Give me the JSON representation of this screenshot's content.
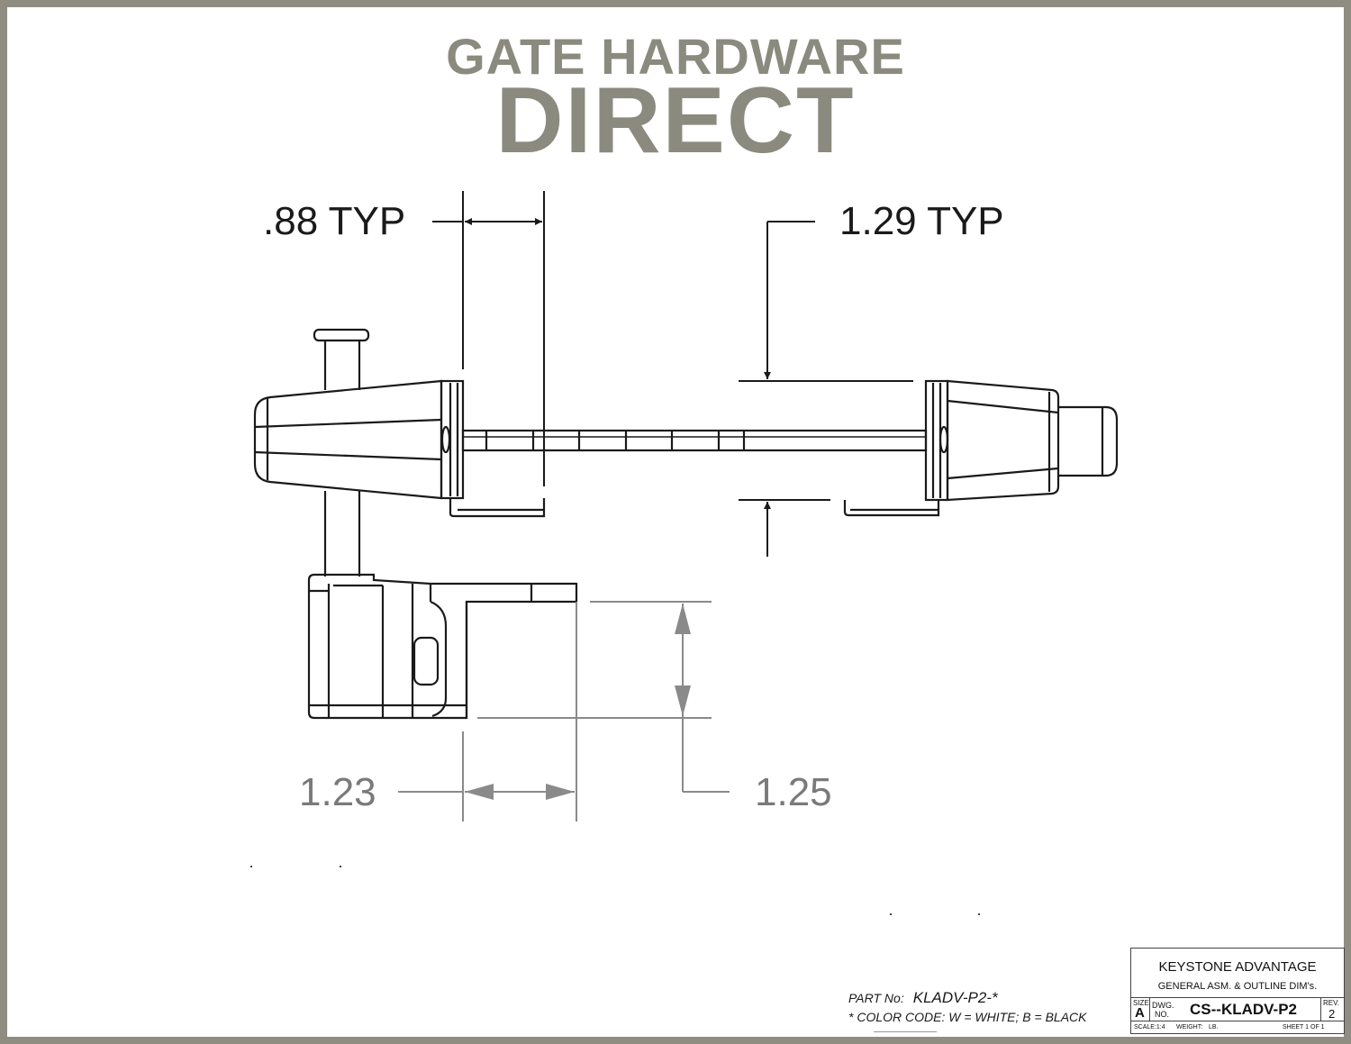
{
  "brand": {
    "line1": "GATE HARDWARE",
    "line2": "DIRECT"
  },
  "dimensions": {
    "d_88": ".88 TYP",
    "d_129": "1.29 TYP",
    "d_123": "1.23",
    "d_125": "1.25"
  },
  "part": {
    "label": "PART No:",
    "number": "KLADV-P2-*",
    "color_code": "* COLOR CODE:  W = WHITE;  B = BLACK"
  },
  "title_block": {
    "company": "KEYSTONE ADVANTAGE",
    "description": "GENERAL ASM. & OUTLINE DIM's.",
    "size_label": "SIZE",
    "size_value": "A",
    "dwg_label_1": "DWG.",
    "dwg_label_2": "NO.",
    "dwg_number": "CS--KLADV-P2",
    "rev_label": "REV.",
    "rev_value": "2",
    "scale": "SCALE:1:4",
    "weight": "WEIGHT:",
    "weight_unit": "LB.",
    "sheet": "SHEET 1 OF 1"
  },
  "colors": {
    "border": "#8f8d82",
    "brand": "#8b8a7e",
    "line": "#1a1a1a",
    "dim_gray": "#7a7a7a"
  }
}
